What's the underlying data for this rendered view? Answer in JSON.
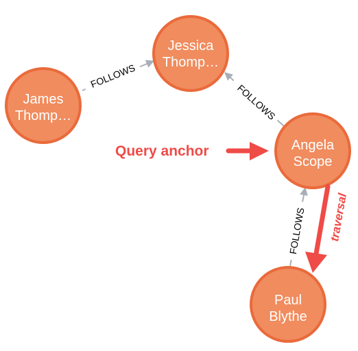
{
  "colors": {
    "node_fill": "#f08c5e",
    "node_stroke": "#ea6a3b",
    "edge": "#a9afb8",
    "annotation": "#ef4b47",
    "edge_text": "#000000"
  },
  "nodes": [
    {
      "id": "jessica",
      "line1": "Jessica",
      "line2": "Thomp…"
    },
    {
      "id": "james",
      "line1": "James",
      "line2": "Thomp…"
    },
    {
      "id": "angela",
      "line1": "Angela",
      "line2": "Scope"
    },
    {
      "id": "paul",
      "line1": "Paul",
      "line2": "Blythe"
    }
  ],
  "edges": [
    {
      "id": "james-jessica",
      "from": "james",
      "to": "jessica",
      "label": "FOLLOWS"
    },
    {
      "id": "angela-jessica",
      "from": "angela",
      "to": "jessica",
      "label": "FOLLOWS"
    },
    {
      "id": "paul-angela",
      "from": "paul",
      "to": "angela",
      "label": "FOLLOWS"
    }
  ],
  "annotations": {
    "query_anchor": "Query anchor",
    "traversal": "traversal"
  }
}
